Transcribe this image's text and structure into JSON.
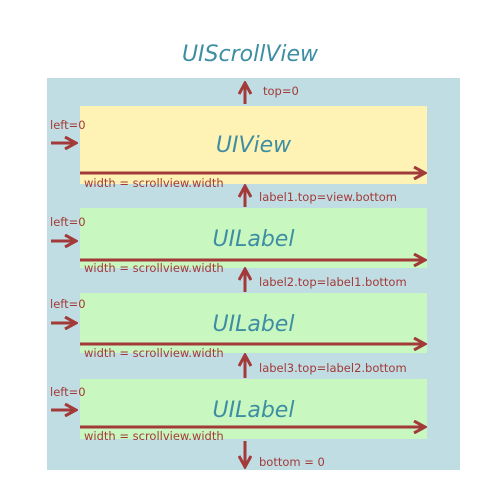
{
  "title": "UIScrollView",
  "view": {
    "label": "UIView"
  },
  "labels": [
    {
      "label": "UILabel"
    },
    {
      "label": "UILabel"
    },
    {
      "label": "UILabel"
    }
  ],
  "constraints": {
    "top": "top=0",
    "left": "left=0",
    "width": "width = scrollview.width",
    "label1_top": "label1.top=view.bottom",
    "label2_top": "label2.top=label1.bottom",
    "label3_top": "label3.top=label2.bottom",
    "bottom": "bottom = 0"
  },
  "colors": {
    "scrollview": "#bfdde2",
    "view": "#fff2b5",
    "label": "#c9f7c0",
    "arrow": "#a33a3a",
    "title": "#3e8ea3"
  }
}
